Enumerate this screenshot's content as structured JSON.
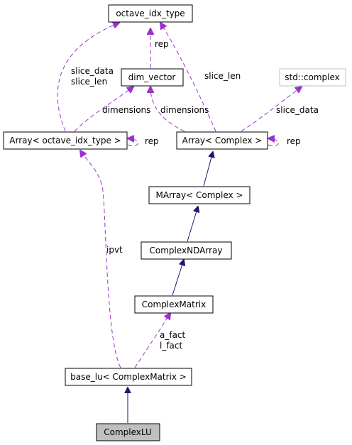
{
  "nodes": {
    "octave_idx_type": "octave_idx_type",
    "dim_vector": "dim_vector",
    "std_complex": "std::complex",
    "array_octave_idx_type": "Array< octave_idx_type >",
    "array_complex": "Array< Complex >",
    "marray_complex": "MArray< Complex >",
    "complex_nd_array": "ComplexNDArray",
    "complex_matrix": "ComplexMatrix",
    "base_lu": "base_lu< ComplexMatrix >",
    "complex_lu": "ComplexLU"
  },
  "edge_labels": {
    "rep_dim_to_idx": "rep",
    "slice_data": "slice_data",
    "slice_len": "slice_len",
    "slice_len_right": "slice_len",
    "dimensions_left": "dimensions",
    "dimensions_right": "dimensions",
    "slice_data_right": "slice_data",
    "rep_left": "rep",
    "rep_right": "rep",
    "ipvt": "ipvt",
    "a_fact": "a_fact",
    "l_fact": "l_fact"
  },
  "colors": {
    "inheritance": "#191970",
    "usage": "#9a32cd",
    "node_border": "#000000",
    "external_border": "#bfbfbf",
    "selected_fill": "#bfbfbf"
  }
}
